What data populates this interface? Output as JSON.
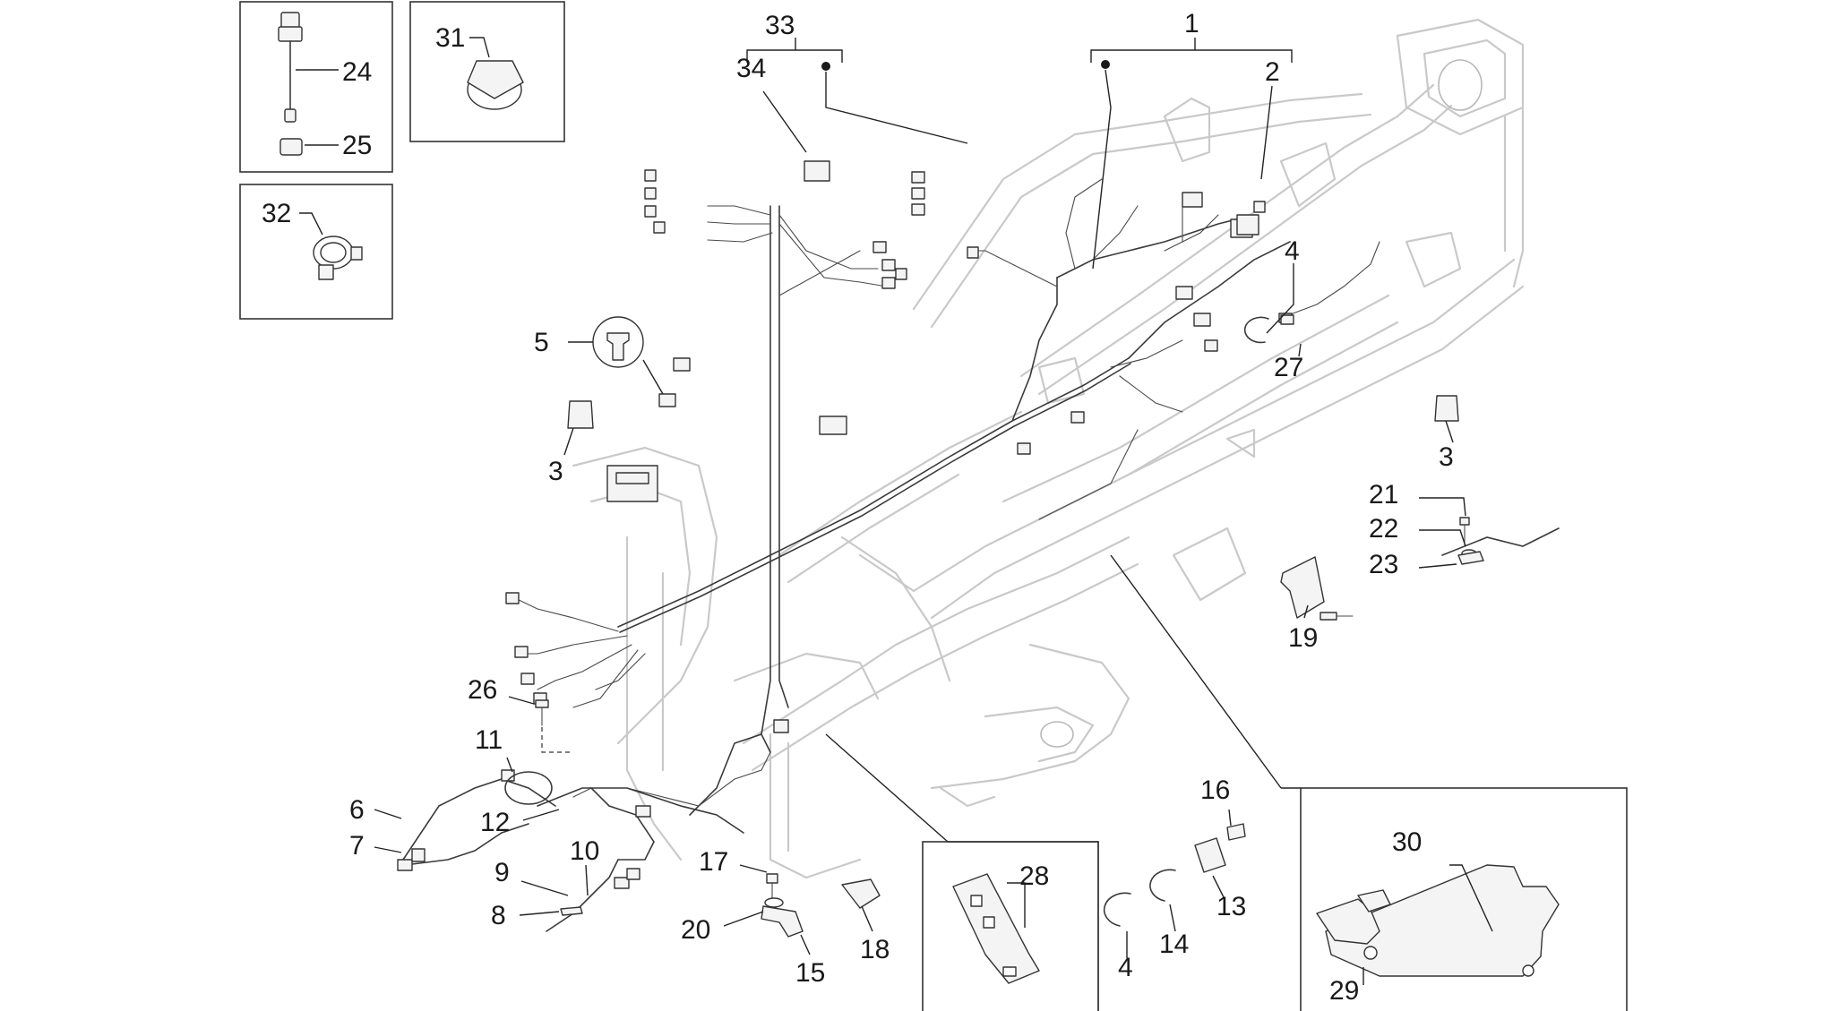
{
  "labels": {
    "n1": "1",
    "n2": "2",
    "n3a": "3",
    "n3b": "3",
    "n4a": "4",
    "n4b": "4",
    "n5": "5",
    "n6": "6",
    "n7": "7",
    "n8": "8",
    "n9": "9",
    "n10": "10",
    "n11": "11",
    "n12": "12",
    "n13": "13",
    "n14": "14",
    "n15": "15",
    "n16": "16",
    "n17": "17",
    "n18": "18",
    "n19": "19",
    "n20": "20",
    "n21": "21",
    "n22": "22",
    "n23": "23",
    "n24": "24",
    "n25": "25",
    "n26": "26",
    "n27": "27",
    "n28": "28",
    "n29": "29",
    "n30": "30",
    "n31": "31",
    "n32": "32",
    "n33": "33",
    "n34": "34"
  },
  "colors": {
    "ink": "#1a1a1a",
    "frame": "#c9c9c9",
    "wire": "#3a3a3a"
  },
  "icons": [
    "switch-part",
    "connector-part",
    "clamp-part",
    "wiring-harness",
    "scooter-frame",
    "bracket-part",
    "bolt-part",
    "cable-tie-part"
  ]
}
